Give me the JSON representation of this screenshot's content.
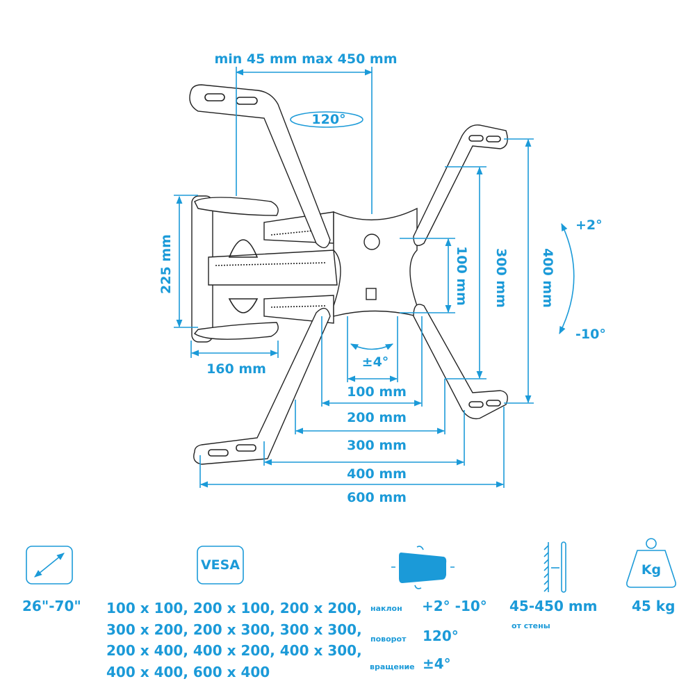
{
  "colors": {
    "accent": "#1b9ad8",
    "line": "#222222"
  },
  "dimensions": {
    "arm_extension": "min 45 mm max 450 mm",
    "swivel": "120°",
    "wall_plate_height": "225 mm",
    "wall_plate_width": "160 mm",
    "rotation": "±4°",
    "h100": "100 mm",
    "h200": "200 mm",
    "h300": "300 mm",
    "h400": "400 mm",
    "h600": "600 mm",
    "v100": "100 mm",
    "v300": "300 mm",
    "v400": "400 mm",
    "tilt_up": "+2°",
    "tilt_down": "-10°"
  },
  "specs": {
    "screen_size": "26\"-70\"",
    "vesa_icon_label": "VESA",
    "vesa_lines": [
      "100 x 100, 200 x 100, 200 x 200,",
      "300 x 200, 200 x 300, 300 x 300,",
      "200 x 400, 400 x 200, 400 x 300,",
      "400 x 400, 600 x 400"
    ],
    "tilt_label": "наклон",
    "tilt_value": "+2° -10°",
    "swivel_label": "поворот",
    "swivel_value": "120°",
    "rotation_label": "вращение",
    "rotation_value": "±4°",
    "wall_distance": "45-450 mm",
    "wall_distance_label": "от стены",
    "weight_icon_label": "Kg",
    "max_load": "45 kg"
  }
}
